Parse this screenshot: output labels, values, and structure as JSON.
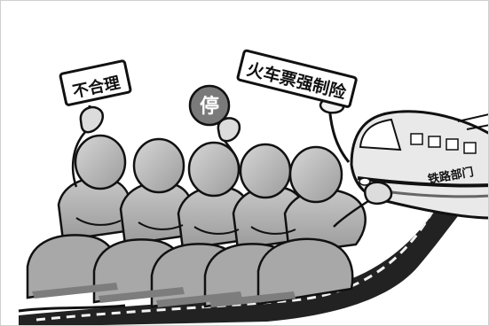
{
  "cartoon": {
    "sign_left": "不合理",
    "stop_badge": "停",
    "sign_right": "火车票强制险",
    "train_label": "铁路部门"
  },
  "colors": {
    "background": "#ffffff",
    "figure_fill": "#b8b8b8",
    "figure_shadow": "#8e8e8e",
    "stop_badge": "#7a7a7a",
    "ink": "#111111"
  },
  "icons": {
    "train": "train-icon",
    "hand": "hand-icon",
    "crowd": "crowd-icon"
  }
}
